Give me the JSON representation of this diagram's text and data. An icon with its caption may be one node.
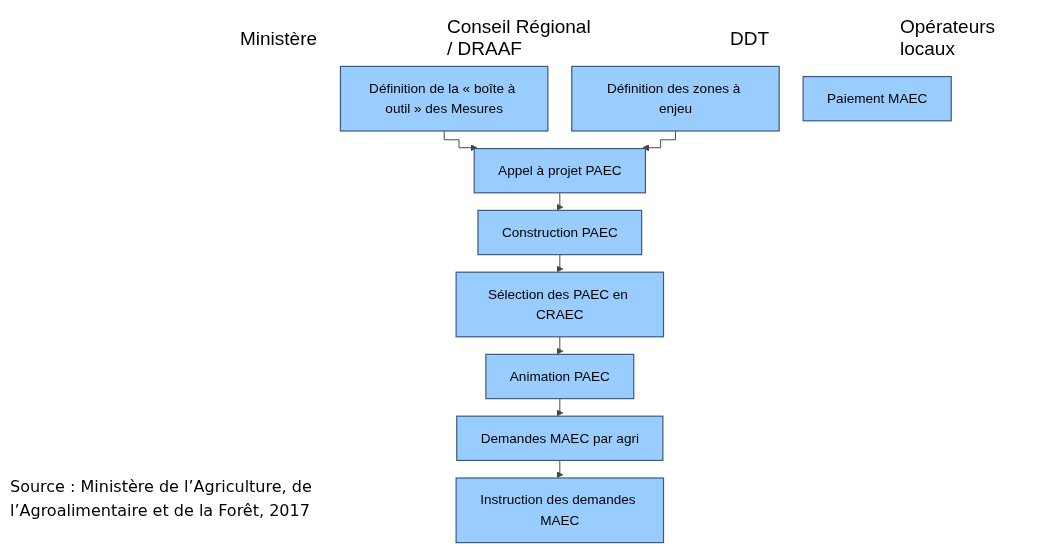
{
  "diagram": {
    "caption": "Source : Ministère de l’Agriculture, de l’Agroalimentaire et de la Forêt, 2017",
    "nodes": [
      {
        "text": [
          "Définition de la « boîte à outil » des Mesures"
        ]
      },
      {
        "text": [
          "Définition des zones à enjeu"
        ]
      },
      {
        "text": [
          "Appel à projet PAEC"
        ]
      },
      {
        "text": [
          "Construction PAEC"
        ]
      },
      {
        "text": [
          "Sélection des PAEC en CRAEC"
        ]
      },
      {
        "text": [
          "Animation PAEC"
        ]
      },
      {
        "text": [
          "Demandes MAEC par agri"
        ]
      },
      {
        "text": [
          "Instruction des demandes MAEC"
        ]
      },
      {
        "text": [
          "Paiement MAEC"
        ]
      }
    ],
    "edges": [
      {
        "from": 0,
        "to": 2,
        "arrow": "to"
      },
      {
        "from": 1,
        "to": 2,
        "arrow": "to"
      },
      {
        "from": 2,
        "to": 3,
        "arrow": "to"
      },
      {
        "from": 3,
        "to": 4,
        "arrow": "to"
      },
      {
        "from": 4,
        "to": 5,
        "arrow": "to"
      },
      {
        "from": 5,
        "to": 6,
        "arrow": "to"
      },
      {
        "from": 6,
        "to": 7,
        "arrow": "to"
      }
    ],
    "labels": [
      "Ministère",
      "Conseil Régional / DRAAF",
      "DDT",
      "Opérateurs locaux"
    ]
  }
}
